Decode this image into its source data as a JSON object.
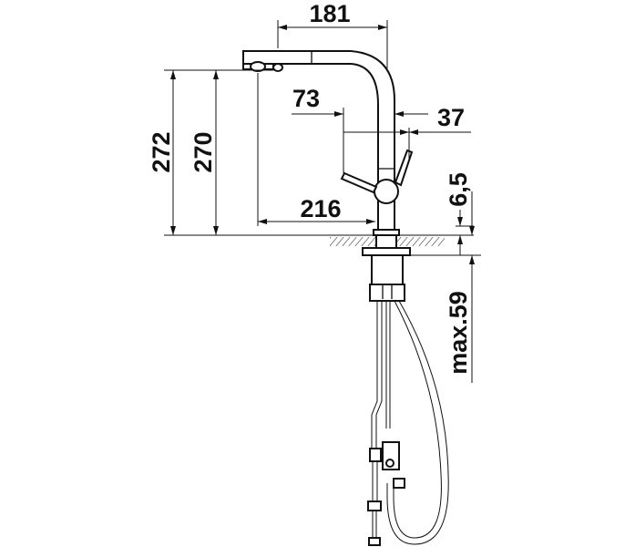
{
  "title": "Kitchen faucet with pull-out spray — dimensional drawing",
  "dimensions": {
    "spout_reach": "181",
    "total_height": "272",
    "spout_outlet_height": "270",
    "lever_offset": "73",
    "lever_width": "37",
    "spout_projection": "216",
    "base_height": "6,5",
    "max_counter_thickness": "max.59"
  },
  "colors": {
    "line": "#111111",
    "background": "#ffffff"
  }
}
